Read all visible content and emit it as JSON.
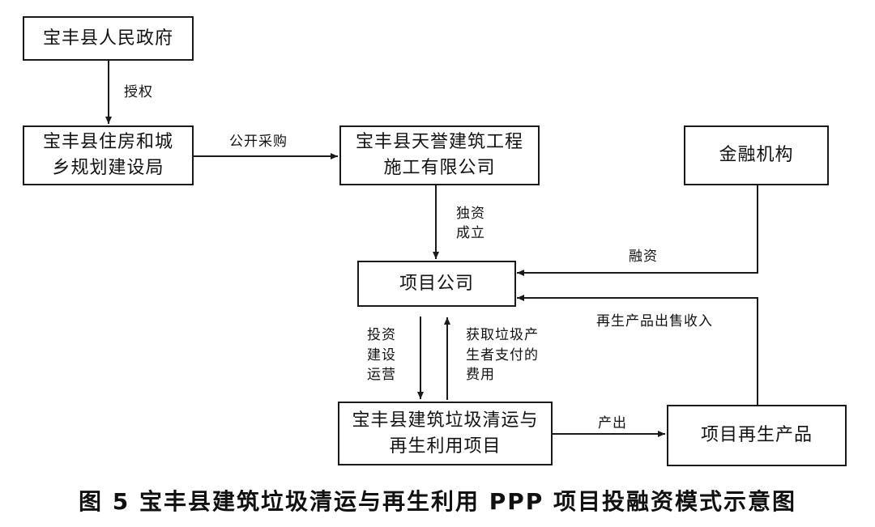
{
  "nodes": {
    "gov": "宝丰县人民政府",
    "housing": "宝丰县住房和城\n乡规划建设局",
    "contractor": "宝丰县天誉建筑工程\n施工有限公司",
    "finance": "金融机构",
    "project_company": "项目公司",
    "waste_project": "宝丰县建筑垃圾清运与\n再生利用项目",
    "recycled_products": "项目再生产品"
  },
  "edges": {
    "authorize": "授权",
    "public_procurement": "公开采购",
    "sole_investment": "独资\n成立",
    "financing": "融资",
    "invest_build_operate": "投资\n建设\n运营",
    "fees": "获取垃圾产\n生者支付的\n费用",
    "sales_income": "再生产品出售收入",
    "produce": "产出"
  },
  "caption": "图 5   宝丰县建筑垃圾清运与再生利用 PPP 项目投融资模式示意图",
  "colors": {
    "line": "#1a1a1a",
    "text": "#111111"
  }
}
